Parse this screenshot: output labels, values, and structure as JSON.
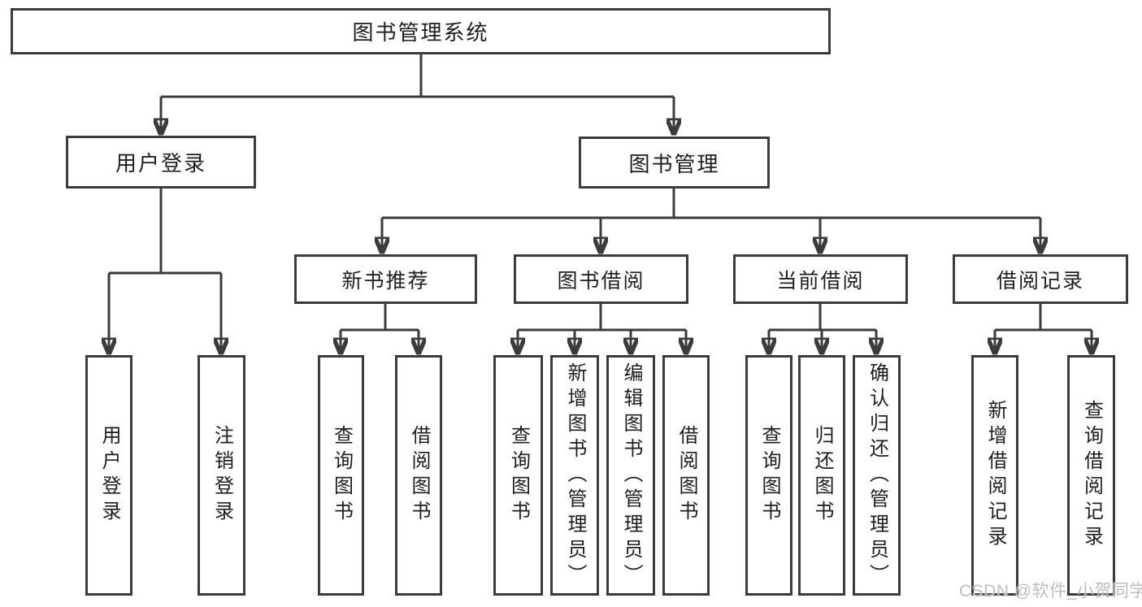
{
  "diagram": {
    "root": {
      "label": "图书管理系统",
      "children": [
        {
          "label": "用户登录",
          "children": [
            {
              "label": "用户登录"
            },
            {
              "label": "注销登录"
            }
          ]
        },
        {
          "label": "图书管理",
          "children": [
            {
              "label": "新书推荐",
              "children": [
                {
                  "label": "查询图书"
                },
                {
                  "label": "借阅图书"
                }
              ]
            },
            {
              "label": "图书借阅",
              "children": [
                {
                  "label": "查询图书"
                },
                {
                  "label": "新增图书（管理员）"
                },
                {
                  "label": "编辑图书（管理员）"
                },
                {
                  "label": "借阅图书"
                }
              ]
            },
            {
              "label": "当前借阅",
              "children": [
                {
                  "label": "查询图书"
                },
                {
                  "label": "归还图书"
                },
                {
                  "label": "确认归还（管理员）"
                }
              ]
            },
            {
              "label": "借阅记录",
              "children": [
                {
                  "label": "新增借阅记录"
                },
                {
                  "label": "查询借阅记录"
                }
              ]
            }
          ]
        }
      ]
    }
  },
  "watermark": {
    "text": "CSDN @软件_小贺同学"
  },
  "colors": {
    "line": "#3b3b3b",
    "border": "#3b3b3b",
    "text": "#1e1e1e",
    "watermark": "#bdbdbd",
    "background": "#ffffff"
  }
}
